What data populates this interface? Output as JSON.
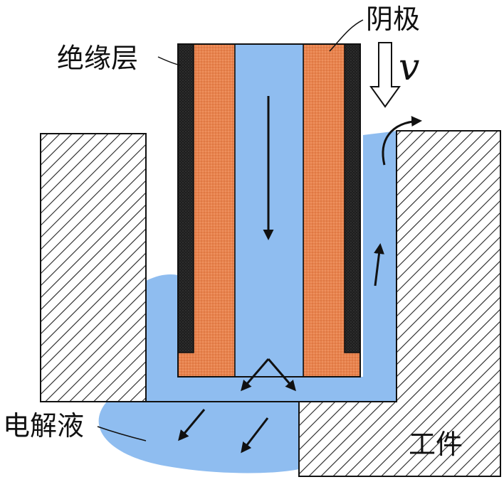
{
  "labels": {
    "cathode": "阴极",
    "insulation_layer": "绝缘层",
    "velocity_symbol": "v",
    "electrolyte": "电解液",
    "workpiece": "工件"
  },
  "colors": {
    "electrolyte": "#8fbdf0",
    "cathode_copper": "#e8834e",
    "insulation": "#1e1e1e",
    "hatch_line": "#222222",
    "background": "#ffffff"
  }
}
